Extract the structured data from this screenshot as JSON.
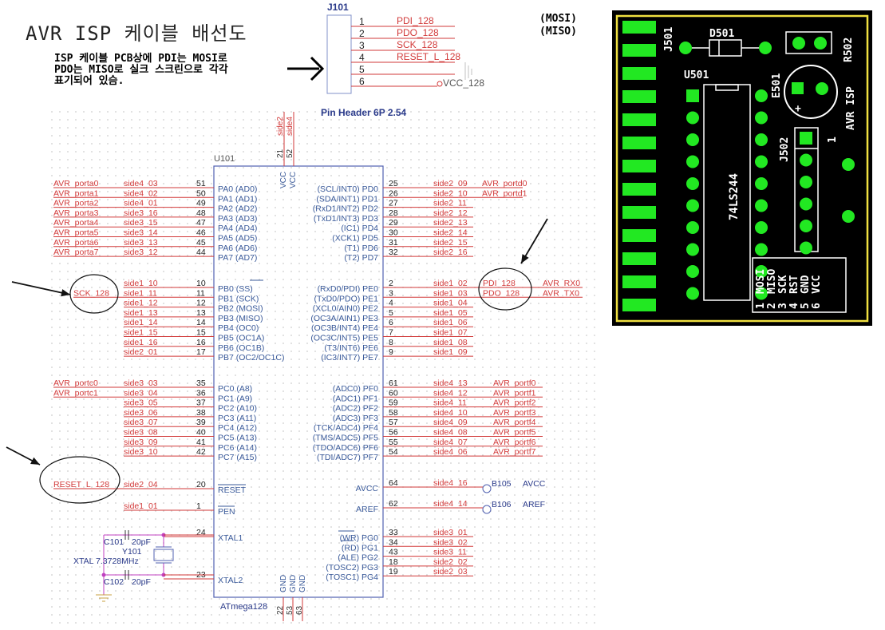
{
  "title": "AVR ISP 케이블 배선도",
  "note": "ISP 케이블 PCB상에 PDI는 MOSI로\nPDO는 MISO로 실크 스크린으로 각각\n표기되어 있슴.",
  "mosi_label": "(MOSI)",
  "miso_label": "(MISO)",
  "header": {
    "ref": "J101",
    "footprint": "Pin Header 6P 2.54",
    "pins": [
      {
        "num": "1",
        "net": "PDI_128"
      },
      {
        "num": "2",
        "net": "PDO_128"
      },
      {
        "num": "3",
        "net": "SCK_128"
      },
      {
        "num": "4",
        "net": "RESET_L_128"
      },
      {
        "num": "5",
        "net": ""
      },
      {
        "num": "6",
        "net": "VCC_128"
      }
    ]
  },
  "mcu": {
    "ref": "U101",
    "part": "ATmega128",
    "vcc_pins": [
      {
        "num": "21",
        "net": "side2",
        "name": "VCC"
      },
      {
        "num": "52",
        "net": "side4",
        "name": "VCC"
      }
    ],
    "gnd_pins": [
      {
        "num": "22",
        "name": "GND"
      },
      {
        "num": "53",
        "name": "GND"
      },
      {
        "num": "63",
        "name": "GND"
      }
    ],
    "left_groups": [
      [
        {
          "num": "51",
          "pin": "PA0 (AD0)",
          "side": "side4_03",
          "net": "AVR_porta0"
        },
        {
          "num": "50",
          "pin": "PA1 (AD1)",
          "side": "side4_02",
          "net": "AVR_porta1"
        },
        {
          "num": "49",
          "pin": "PA2 (AD2)",
          "side": "side4_01",
          "net": "AVR_porta2"
        },
        {
          "num": "48",
          "pin": "PA3 (AD3)",
          "side": "side3_16",
          "net": "AVR_porta3"
        },
        {
          "num": "47",
          "pin": "PA4 (AD4)",
          "side": "side3_15",
          "net": "AVR_porta4"
        },
        {
          "num": "46",
          "pin": "PA5 (AD5)",
          "side": "side3_14",
          "net": "AVR_porta5"
        },
        {
          "num": "45",
          "pin": "PA6 (AD6)",
          "side": "side3_13",
          "net": "AVR_porta6"
        },
        {
          "num": "44",
          "pin": "PA7 (AD7)",
          "side": "side3_12",
          "net": "AVR_porta7"
        }
      ],
      [
        {
          "num": "10",
          "pin": "PB0 (SS)",
          "side": "side1_10",
          "net": ""
        },
        {
          "num": "11",
          "pin": "PB1 (SCK)",
          "side": "side1_11",
          "net": "SCK_128"
        },
        {
          "num": "12",
          "pin": "PB2 (MOSI)",
          "side": "side1_12",
          "net": ""
        },
        {
          "num": "13",
          "pin": "PB3 (MISO)",
          "side": "side1_13",
          "net": ""
        },
        {
          "num": "14",
          "pin": "PB4 (OC0)",
          "side": "side1_14",
          "net": ""
        },
        {
          "num": "15",
          "pin": "PB5 (OC1A)",
          "side": "side1_15",
          "net": ""
        },
        {
          "num": "16",
          "pin": "PB6 (OC1B)",
          "side": "side1_16",
          "net": ""
        },
        {
          "num": "17",
          "pin": "PB7 (OC2/OC1C)",
          "side": "side2_01",
          "net": ""
        }
      ],
      [
        {
          "num": "35",
          "pin": "PC0 (A8)",
          "side": "side3_03",
          "net": "AVR_portc0"
        },
        {
          "num": "36",
          "pin": "PC1 (A9)",
          "side": "side3_04",
          "net": "AVR_portc1"
        },
        {
          "num": "37",
          "pin": "PC2 (A10)",
          "side": "side3_05",
          "net": ""
        },
        {
          "num": "38",
          "pin": "PC3 (A11)",
          "side": "side3_06",
          "net": ""
        },
        {
          "num": "39",
          "pin": "PC4 (A12)",
          "side": "side3_07",
          "net": ""
        },
        {
          "num": "40",
          "pin": "PC5 (A13)",
          "side": "side3_08",
          "net": ""
        },
        {
          "num": "41",
          "pin": "PC6 (A14)",
          "side": "side3_09",
          "net": ""
        },
        {
          "num": "42",
          "pin": "PC7 (A15)",
          "side": "side3_10",
          "net": ""
        }
      ],
      [
        {
          "num": "20",
          "pin": "RESET",
          "side": "side2_04",
          "net": "RESET_L_128"
        },
        {
          "num": "1",
          "pin": "PEN",
          "side": "side1_01",
          "net": ""
        }
      ],
      [
        {
          "num": "24",
          "pin": "XTAL1",
          "side": "",
          "net": ""
        },
        {
          "num": "23",
          "pin": "XTAL2",
          "side": "",
          "net": ""
        }
      ]
    ],
    "right_groups": [
      [
        {
          "num": "25",
          "pin": "(SCL/INT0) PD0",
          "side": "side2_09",
          "net": "AVR_portd0"
        },
        {
          "num": "26",
          "pin": "(SDA/INT1) PD1",
          "side": "side2_10",
          "net": "AVR_portd1"
        },
        {
          "num": "27",
          "pin": "(RxD1/INT2) PD2",
          "side": "side2_11",
          "net": ""
        },
        {
          "num": "28",
          "pin": "(TxD1/INT3) PD3",
          "side": "side2_12",
          "net": ""
        },
        {
          "num": "29",
          "pin": "(IC1) PD4",
          "side": "side2_13",
          "net": ""
        },
        {
          "num": "30",
          "pin": "(XCK1) PD5",
          "side": "side2_14",
          "net": ""
        },
        {
          "num": "31",
          "pin": "(T1) PD6",
          "side": "side2_15",
          "net": ""
        },
        {
          "num": "32",
          "pin": "(T2) PD7",
          "side": "side2_16",
          "net": ""
        }
      ],
      [
        {
          "num": "2",
          "pin": "(RxD0/PDI) PE0",
          "side": "side1_02",
          "net": "PDI_128",
          "net2": "AVR_RX0"
        },
        {
          "num": "3",
          "pin": "(TxD0/PDO) PE1",
          "side": "side1_03",
          "net": "PDO_128",
          "net2": "AVR_TX0"
        },
        {
          "num": "4",
          "pin": "(XCL0/AIN0) PE2",
          "side": "side1_04",
          "net": ""
        },
        {
          "num": "5",
          "pin": "(OC3A/AIN1) PE3",
          "side": "side1_05",
          "net": ""
        },
        {
          "num": "6",
          "pin": "(OC3B/INT4) PE4",
          "side": "side1_06",
          "net": ""
        },
        {
          "num": "7",
          "pin": "(OC3C/INT5) PE5",
          "side": "side1_07",
          "net": ""
        },
        {
          "num": "8",
          "pin": "(T3/INT6) PE6",
          "side": "side1_08",
          "net": ""
        },
        {
          "num": "9",
          "pin": "(IC3/INT7) PE7",
          "side": "side1_09",
          "net": ""
        }
      ],
      [
        {
          "num": "61",
          "pin": "(ADC0) PF0",
          "side": "side4_13",
          "net": "AVR_portf0"
        },
        {
          "num": "60",
          "pin": "(ADC1) PF1",
          "side": "side4_12",
          "net": "AVR_portf1"
        },
        {
          "num": "59",
          "pin": "(ADC2) PF2",
          "side": "side4_11",
          "net": "AVR_portf2"
        },
        {
          "num": "58",
          "pin": "(ADC3) PF3",
          "side": "side4_10",
          "net": "AVR_portf3"
        },
        {
          "num": "57",
          "pin": "(TCK/ADC4) PF4",
          "side": "side4_09",
          "net": "AVR_portf4"
        },
        {
          "num": "56",
          "pin": "(TMS/ADC5) PF5",
          "side": "side4_08",
          "net": "AVR_portf5"
        },
        {
          "num": "55",
          "pin": "(TDO/ADC6) PF6",
          "side": "side4_07",
          "net": "AVR_portf6"
        },
        {
          "num": "54",
          "pin": "(TDI/ADC7) PF7",
          "side": "side4_06",
          "net": "AVR_portf7"
        }
      ],
      [
        {
          "num": "64",
          "pin": "AVCC",
          "side": "side4_16",
          "net": "B105",
          "net2": "AVCC"
        },
        {
          "num": "62",
          "pin": "AREF",
          "side": "side4_14",
          "net": "B106",
          "net2": "AREF"
        }
      ],
      [
        {
          "num": "33",
          "pin": "(WR) PG0",
          "side": "side3_01",
          "net": ""
        },
        {
          "num": "34",
          "pin": "(RD) PG1",
          "side": "side3_02",
          "net": ""
        },
        {
          "num": "43",
          "pin": "(ALE) PG2",
          "side": "side3_11",
          "net": ""
        },
        {
          "num": "18",
          "pin": "(TOSC2) PG3",
          "side": "side2_02",
          "net": ""
        },
        {
          "num": "19",
          "pin": "(TOSC1) PG4",
          "side": "side2_03",
          "net": ""
        }
      ]
    ]
  },
  "crystal": {
    "c101": "C101",
    "c101_val": "20pF",
    "c102": "C102",
    "c102_val": "20pF",
    "y_ref": "Y101",
    "y_val": "XTAL 7.3728MHz"
  },
  "pcb": {
    "labels": {
      "j501": "J501",
      "d501": "D501",
      "r502": "R502",
      "u501": "U501",
      "e501": "E501",
      "chip": "74LS244",
      "avr_isp": "AVR ISP",
      "j502": "J502",
      "pin1": "1",
      "plus": "+"
    },
    "legend": [
      {
        "num": "1",
        "sig": "MOSI"
      },
      {
        "num": "2",
        "sig": "MISO"
      },
      {
        "num": "3",
        "sig": "SCK"
      },
      {
        "num": "4",
        "sig": "RST"
      },
      {
        "num": "5",
        "sig": "GND"
      },
      {
        "num": "6",
        "sig": "VCC"
      }
    ],
    "colors": {
      "board": "#000000",
      "pad": "#22e822",
      "silk": "#ffffff",
      "outline": "#f0e040"
    }
  },
  "colors": {
    "net": "#d23a3a",
    "body": "#5060b0",
    "pin_text": "#3a5a9a",
    "wire_pink": "#c040c0"
  }
}
